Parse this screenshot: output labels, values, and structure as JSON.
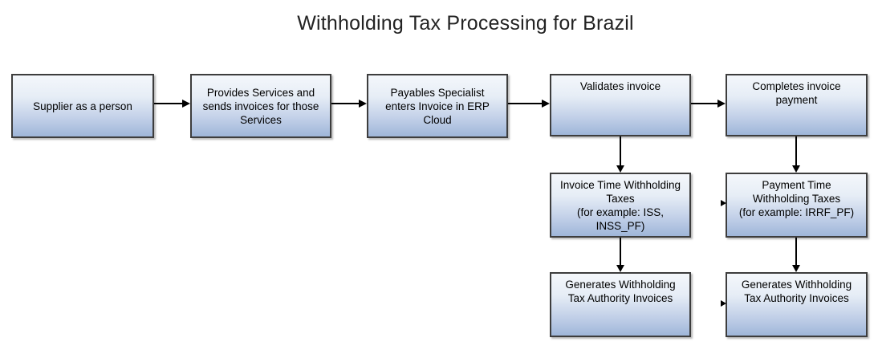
{
  "title": "Withholding Tax Processing for Brazil",
  "colors": {
    "box_border": "#3d3d3d",
    "box_gradient_top": "#f4f7fb",
    "box_gradient_bottom": "#9fb6d9",
    "arrow": "#000000",
    "title_text": "#232323",
    "background": "#ffffff"
  },
  "diagram": {
    "nodes": [
      {
        "id": "supplier",
        "label": "Supplier as a person"
      },
      {
        "id": "provides-services",
        "label": "Provides Services and\nsends invoices for those\nServices"
      },
      {
        "id": "payables-enters-invoice",
        "label": "Payables Specialist\nenters Invoice in ERP\nCloud"
      },
      {
        "id": "validates-invoice",
        "label": "Validates invoice"
      },
      {
        "id": "completes-payment",
        "label": "Completes invoice\npayment"
      },
      {
        "id": "invoice-time-taxes",
        "label": "Invoice Time Withholding\nTaxes\n(for example: ISS,\nINSS_PF)"
      },
      {
        "id": "payment-time-taxes",
        "label": "Payment Time\nWithholding Taxes\n(for example: IRRF_PF)"
      },
      {
        "id": "generates-tax-invoices-left",
        "label": "Generates Withholding\nTax Authority Invoices"
      },
      {
        "id": "generates-tax-invoices-right",
        "label": "Generates Withholding\nTax Authority Invoices"
      }
    ],
    "edges": [
      {
        "from": "supplier",
        "to": "provides-services"
      },
      {
        "from": "provides-services",
        "to": "payables-enters-invoice"
      },
      {
        "from": "payables-enters-invoice",
        "to": "validates-invoice"
      },
      {
        "from": "validates-invoice",
        "to": "completes-payment"
      },
      {
        "from": "validates-invoice",
        "to": "invoice-time-taxes"
      },
      {
        "from": "invoice-time-taxes",
        "to": "generates-tax-invoices-left"
      },
      {
        "from": "completes-payment",
        "to": "payment-time-taxes"
      },
      {
        "from": "payment-time-taxes",
        "to": "generates-tax-invoices-right"
      }
    ]
  }
}
